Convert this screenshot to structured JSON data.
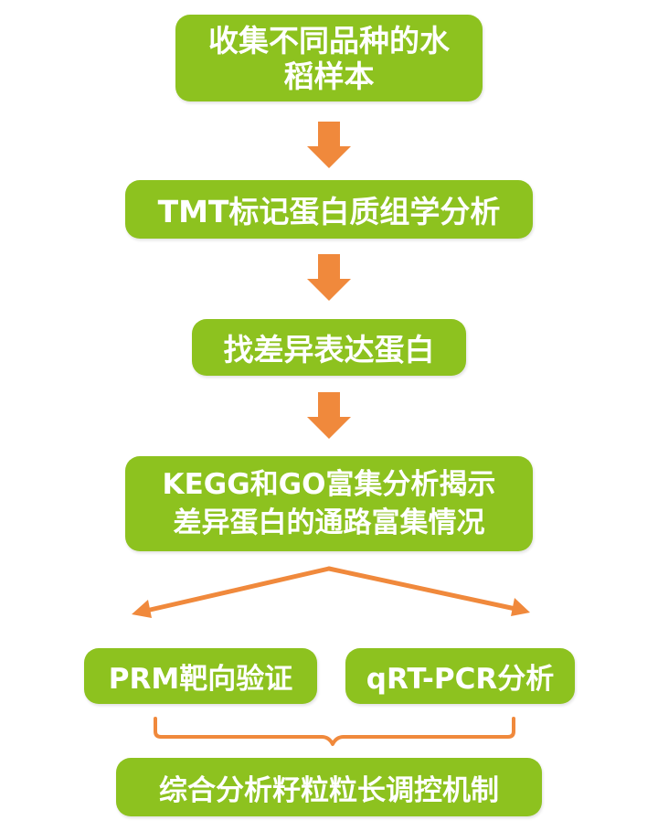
{
  "flowchart": {
    "steps": {
      "collect_samples": "收集不同品种的水\n稻样本",
      "tmt_proteomics": "TMT标记蛋白质组学分析",
      "find_diff_proteins": "找差异表达蛋白",
      "enrichment": "KEGG和GO富集分析揭示\n差异蛋白的通路富集情况",
      "prm_validation": "PRM靶向验证",
      "qrt_pcr": "qRT-PCR分析",
      "integrated_analysis": "综合分析籽粒粒长调控机制"
    }
  },
  "colors": {
    "box_fill": "#8dc21f",
    "box_text": "#ffffff",
    "arrow": "#f0893c"
  }
}
